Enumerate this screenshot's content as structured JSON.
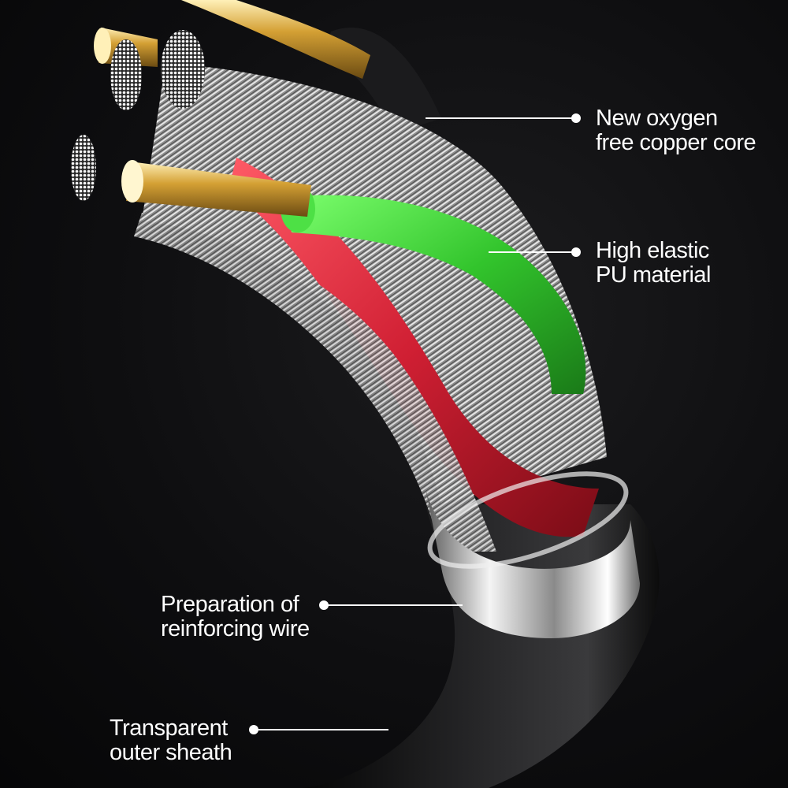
{
  "callouts": [
    {
      "id": "copper-core",
      "lines": [
        "New oxygen",
        "free copper core"
      ]
    },
    {
      "id": "pu-material",
      "lines": [
        "High elastic",
        "PU material"
      ]
    },
    {
      "id": "reinforcing-wire",
      "lines": [
        "Preparation of",
        "reinforcing wire"
      ]
    },
    {
      "id": "outer-sheath",
      "lines": [
        "Transparent",
        "outer sheath"
      ]
    }
  ],
  "colors": {
    "background": "#0e0e10",
    "green_wire": "#3fcf3a",
    "red_wire": "#d3263a",
    "copper": "#d9a93c",
    "silver_strands": "#b7b7b7",
    "sheath": "#151515",
    "label_text": "#ffffff"
  }
}
